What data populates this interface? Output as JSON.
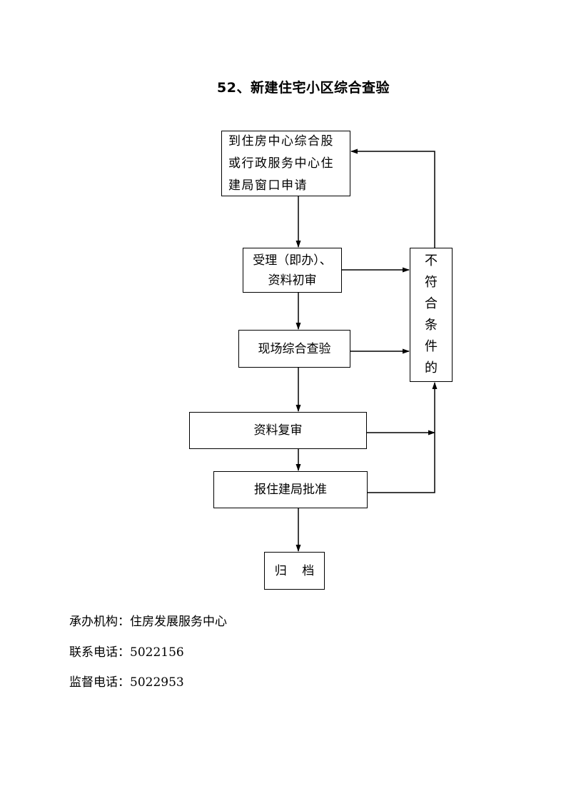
{
  "title": "52、新建住宅小区综合查验",
  "flow": {
    "start_lines": [
      "到住房中心综合股",
      "或行政服务中心住",
      "建局窗口申请"
    ],
    "accept_lines": [
      "受理（即办）、",
      "资料初审"
    ],
    "inspect": "现场综合查验",
    "review": "资料复审",
    "report": "报住建局批准",
    "archive": "归    档",
    "reject_chars": [
      "不",
      "符",
      "合",
      "条",
      "件",
      "的"
    ]
  },
  "footer": {
    "agency_label": "承办机构：",
    "agency": "住房发展服务中心",
    "contact_label": "联系电话：",
    "contact": "5022156",
    "supervise_label": "监督电话：",
    "supervise": "5022953"
  }
}
